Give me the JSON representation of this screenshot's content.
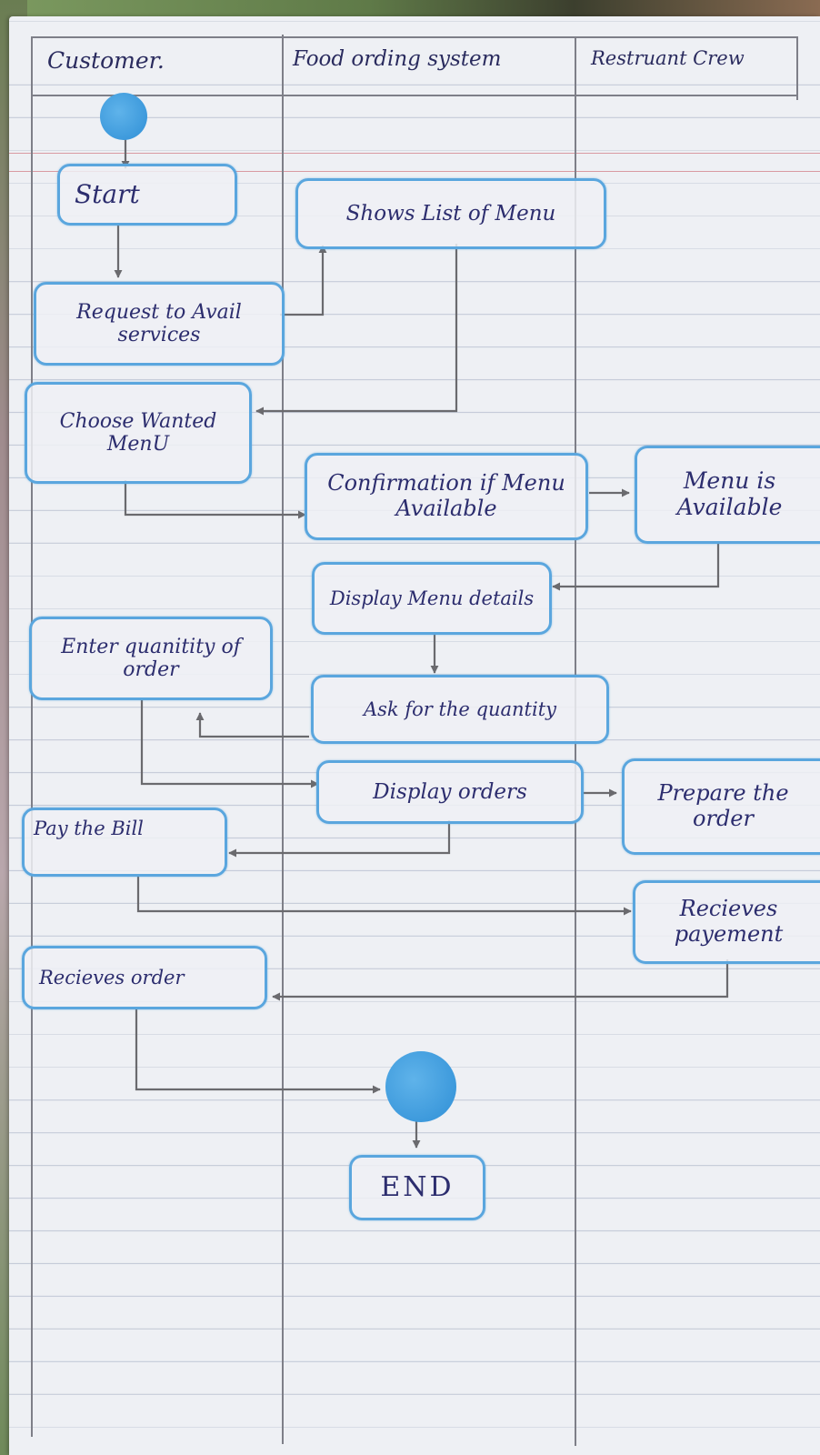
{
  "lanes": {
    "customer": "Customer.",
    "system": "Food ording system",
    "crew": "Restruant Crew"
  },
  "boxes": {
    "start": "Start",
    "request": "Request to Avail services",
    "shows_menu": "Shows List of Menu",
    "choose": "Choose Wanted MenU",
    "confirm": "Confirmation if Menu Available",
    "available": "Menu is Available",
    "display_details": "Display Menu details",
    "enter_qty": "Enter quanitity of order",
    "ask_qty": "Ask for the quantity",
    "display_orders": "Display orders",
    "prepare": "Prepare the order",
    "pay": "Pay the Bill",
    "receives_payment": "Recieves payement",
    "receives_order": "Recieves order",
    "end": "END"
  },
  "colors": {
    "box_border": "#5aa6de",
    "node_fill": "#3a9ae0",
    "ink": "#2c2d6e",
    "arrow": "#6a6a6e"
  }
}
